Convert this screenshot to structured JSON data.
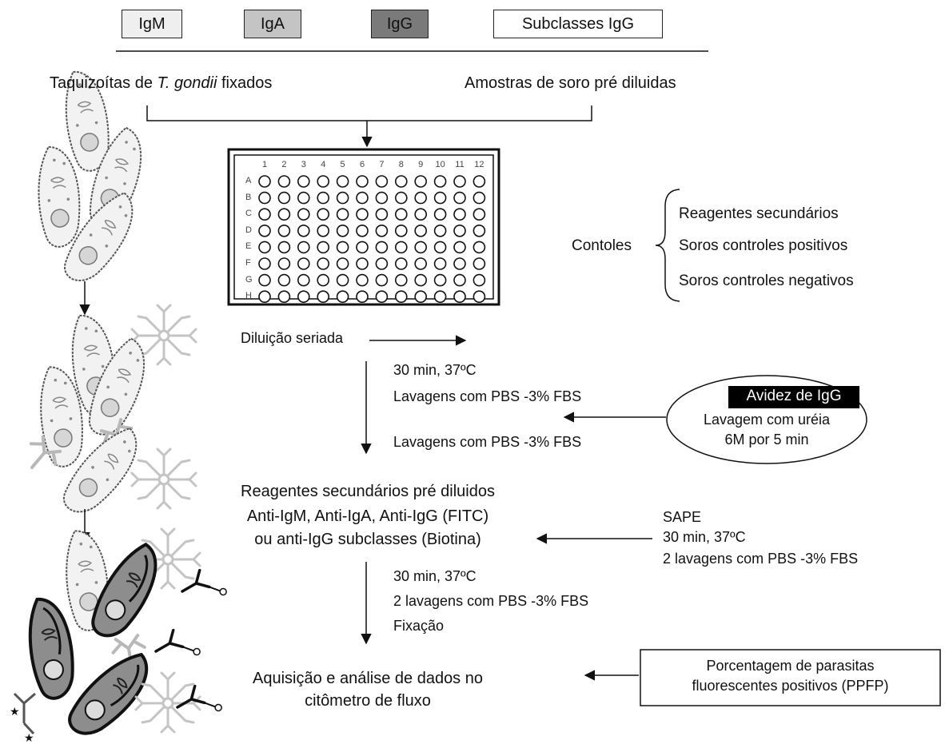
{
  "header": {
    "tags": [
      {
        "label": "IgM",
        "fill": "#efefef"
      },
      {
        "label": "IgA",
        "fill": "#c4c4c4"
      },
      {
        "label": "IgG",
        "fill": "#7a7a7a"
      },
      {
        "label": "Subclasses IgG",
        "fill": "#ffffff"
      }
    ]
  },
  "inputs": {
    "parasites_prefix": "Taquizoítas de ",
    "parasites_italic": "T. gondii",
    "parasites_suffix": " fixados",
    "serum": "Amostras de soro pré diluidas"
  },
  "plate": {
    "columns": [
      "1",
      "2",
      "3",
      "4",
      "5",
      "6",
      "7",
      "8",
      "9",
      "10",
      "11",
      "12"
    ],
    "rows": [
      "A",
      "B",
      "C",
      "D",
      "E",
      "F",
      "G",
      "H"
    ]
  },
  "controls": {
    "label": "Contoles",
    "items": [
      "Reagentes secundários",
      "Soros controles positivos",
      "Soros controles negativos"
    ]
  },
  "steps": {
    "dilution": "Diluição seriada",
    "incubation1": "30 min, 37ºC",
    "wash1": "Lavagens com PBS -3% FBS",
    "wash2": "Lavagens com PBS -3% FBS",
    "avidity_title": "Avidez de IgG",
    "avidity_line1": "Lavagem com uréia",
    "avidity_line2": "6M por 5 min",
    "secondary_line1": "Reagentes secundários pré diluidos",
    "secondary_line2": "Anti-IgM, Anti-IgA, Anti-IgG (FITC)",
    "secondary_line3": "ou anti-IgG subclasses (Biotina)",
    "sape_line1": "SAPE",
    "sape_line2": "30 min, 37ºC",
    "sape_line3": "2 lavagens com PBS -3% FBS",
    "incubation2": "30 min, 37ºC",
    "wash3": "2 lavagens com PBS -3% FBS",
    "fixation": "Fixação",
    "acquisition_line1": "Aquisição e análise de dados no",
    "acquisition_line2": "citômetro de fluxo",
    "ppfp_line1": "Porcentagem de parasitas",
    "ppfp_line2": "fluorescentes positivos (PPFP)"
  }
}
